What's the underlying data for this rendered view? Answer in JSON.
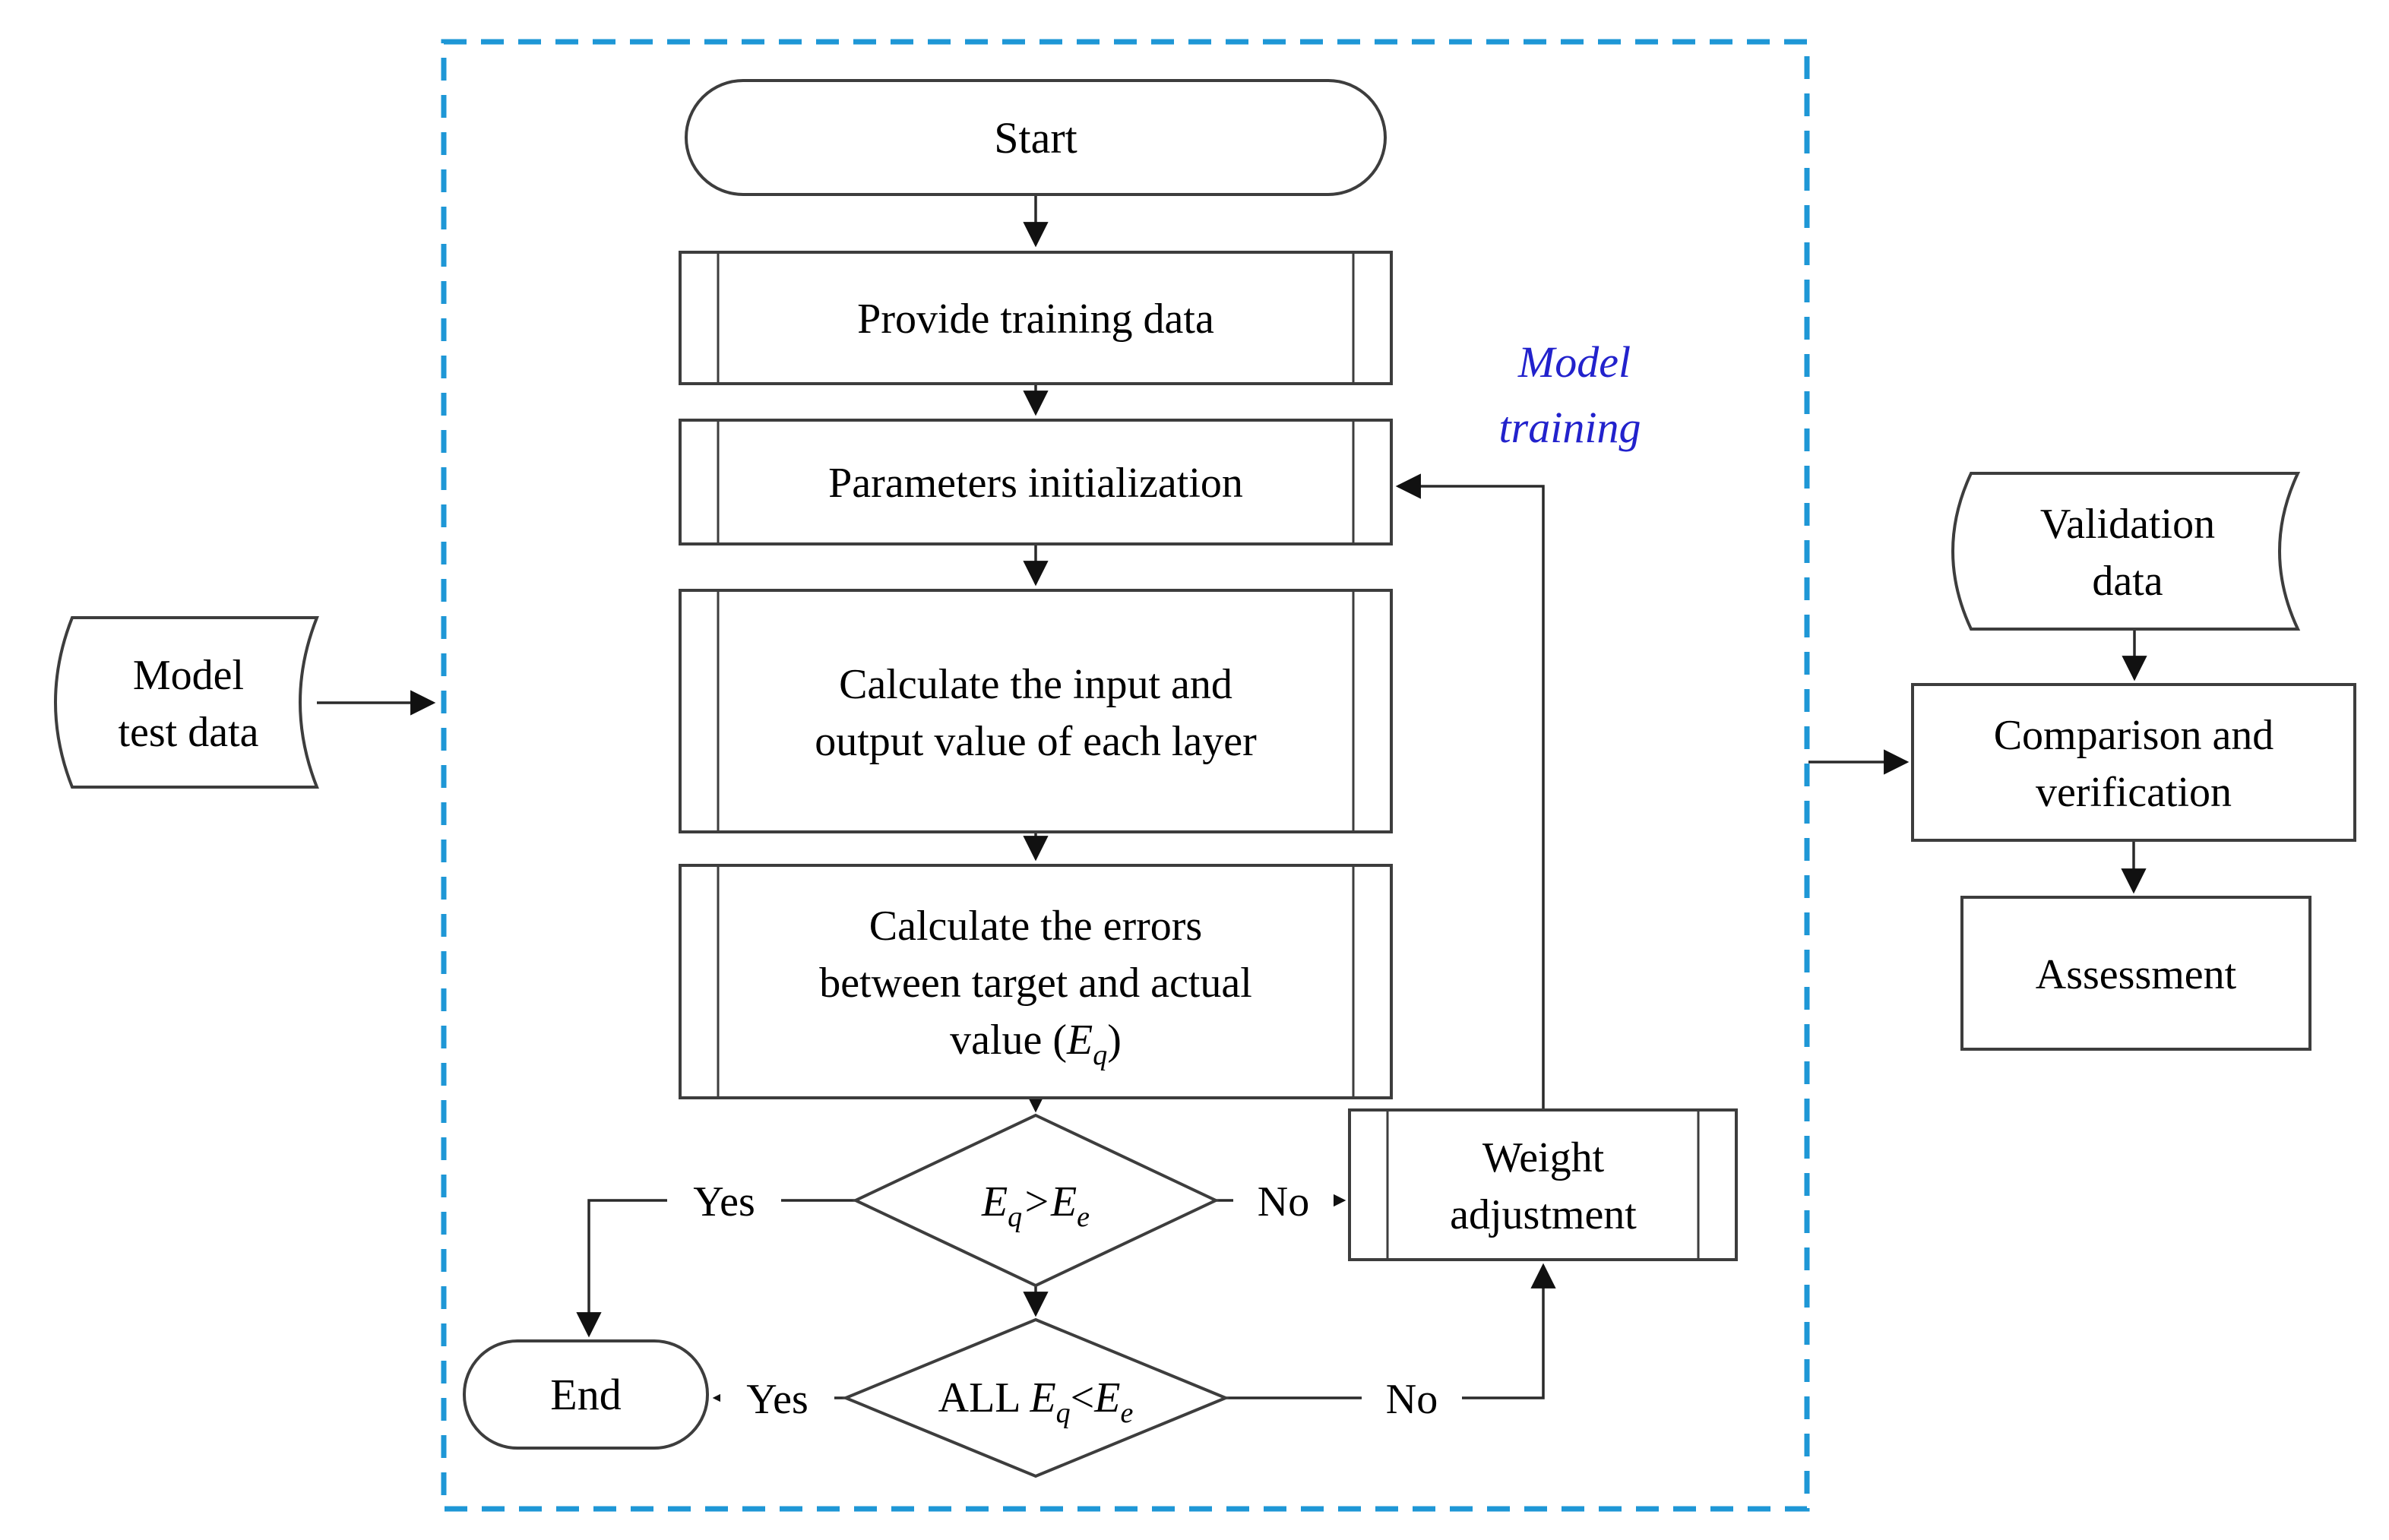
{
  "diagram": {
    "region_note": {
      "line1": "Model",
      "line2": "training"
    },
    "nodes": {
      "start": {
        "label": "Start"
      },
      "provide_training_data": {
        "label": "Provide training data"
      },
      "parameters_initialization": {
        "label": "Parameters initialization"
      },
      "calculate_io": {
        "line1": "Calculate the input and",
        "line2": "output value of each layer"
      },
      "calculate_errors": {
        "line1": "Calculate the errors",
        "line2": "between target and actual",
        "line3_pre": "value (",
        "line3_var": "E",
        "line3_sub": "q",
        "line3_post": ")"
      },
      "decision_eq_gt_ee": {
        "lhs": "E",
        "lhs_sub": "q",
        "op": ">",
        "rhs": "E",
        "rhs_sub": "e"
      },
      "decision_all_eq_lt_ee": {
        "prefix": "ALL ",
        "lhs": "E",
        "lhs_sub": "q",
        "op": "<",
        "rhs": "E",
        "rhs_sub": "e"
      },
      "weight_adjustment": {
        "line1": "Weight",
        "line2": "adjustment"
      },
      "end": {
        "label": "End"
      },
      "model_test_data": {
        "line1": "Model",
        "line2": "test data"
      },
      "validation_data": {
        "line1": "Validation",
        "line2": "data"
      },
      "comparison_verification": {
        "line1": "Comparison and",
        "line2": "verification"
      },
      "assessment": {
        "label": "Assessment"
      }
    },
    "edge_labels": {
      "decision1_yes": "Yes",
      "decision1_no": "No",
      "decision2_yes": "Yes",
      "decision2_no": "No"
    },
    "colors": {
      "dashed_border": "#1e97d6",
      "note_text": "#2222cc",
      "shape_stroke": "#3d3d3d",
      "text": "#000000",
      "background": "#ffffff"
    }
  }
}
